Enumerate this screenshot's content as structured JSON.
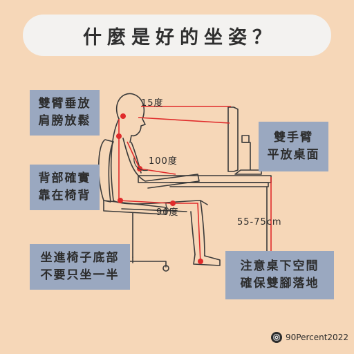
{
  "title": "什麼是好的坐姿？",
  "notes": {
    "arms": [
      "雙臂垂放",
      "肩膀放鬆"
    ],
    "back": [
      "背部確實",
      "靠在椅背"
    ],
    "seat": [
      "坐進椅子底部",
      "不要只坐一半"
    ],
    "hands": [
      "雙手臂",
      "平放桌面"
    ],
    "feet": [
      "注意桌下空間",
      "確保雙腳落地"
    ]
  },
  "measurements": {
    "eye_angle": "15度",
    "elbow_angle": "100度",
    "knee_angle": "90度",
    "desk_height": "55-75cm"
  },
  "credit": {
    "handle": "90Percent2022",
    "icon": "instagram-icon"
  },
  "colors": {
    "background": "#f6d7b8",
    "note_box": "#9aa8c0",
    "accent_red": "#e02b2b",
    "outline": "#3a3a3a"
  }
}
